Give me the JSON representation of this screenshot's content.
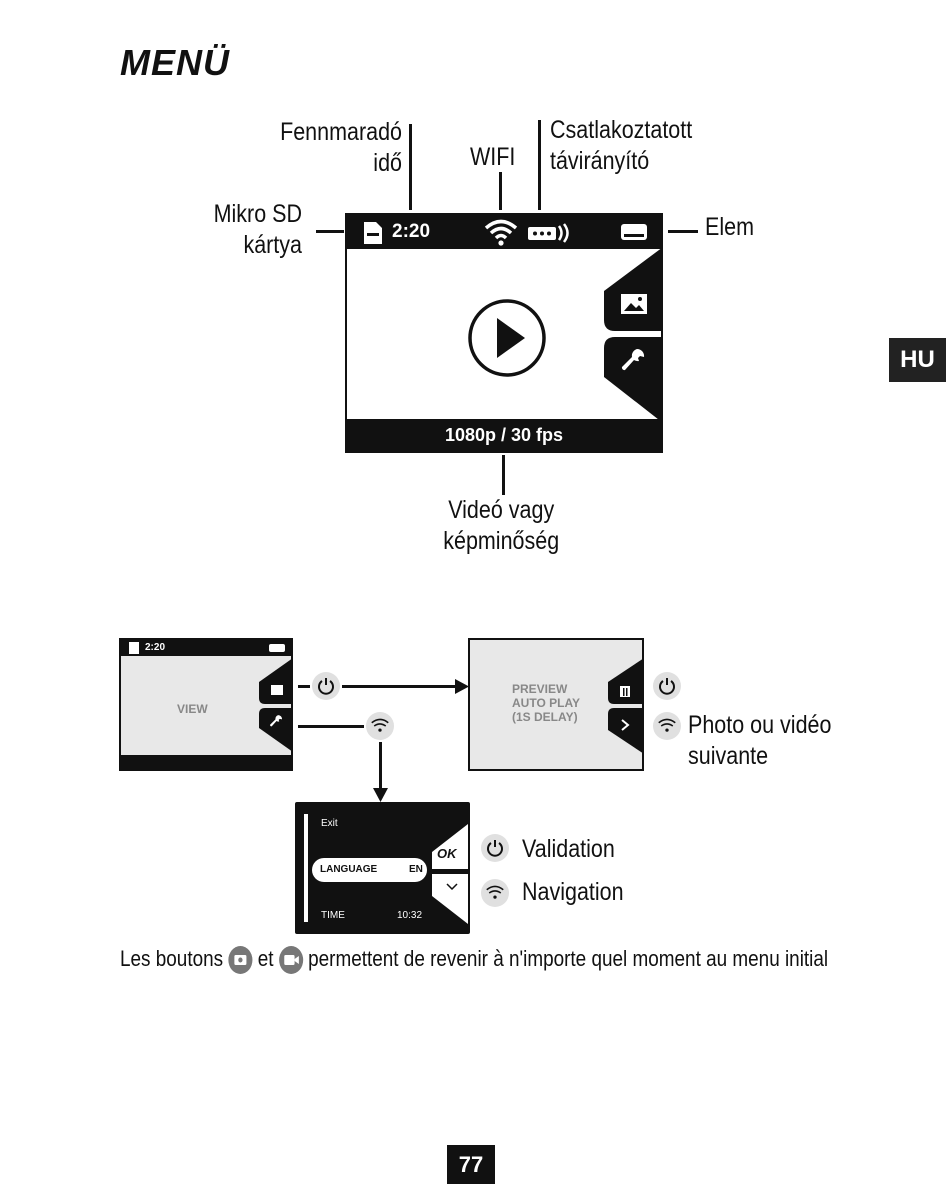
{
  "page_title": "MENÜ",
  "labels": {
    "remaining_time": [
      "Fennmaradó",
      "idő"
    ],
    "wifi": "WIFI",
    "remote": [
      "Csatlakoztatott",
      "távirányító"
    ],
    "sd_card": [
      "Mikro SD",
      "kártya"
    ],
    "battery": "Elem",
    "quality": [
      "Videó vagy",
      "képminőség"
    ]
  },
  "screen": {
    "time": "2:20",
    "resolution": "1080p / 30 fps"
  },
  "side_tab": "HU",
  "flow": {
    "view_screen": {
      "time": "2:20",
      "label": "VIEW"
    },
    "preview_screen": {
      "lines": [
        "PREVIEW",
        "AUTO PLAY",
        "(1S DELAY)"
      ]
    },
    "menu_screen": {
      "item_top": "Exit",
      "item_selected": "LANGUAGE",
      "item_selected_value": "EN",
      "item_bottom": "TIME",
      "item_bottom_value": "10:32",
      "ok_label": "OK"
    },
    "next_photo": [
      "Photo ou vidéo",
      "suivante"
    ],
    "validation": "Validation",
    "navigation": "Navigation"
  },
  "footer_note": {
    "part1": "Les boutons",
    "part2": "et",
    "part3": "permettent de revenir à n'importe quel moment au menu initial"
  },
  "page_number": "77",
  "colors": {
    "dark": "#111111",
    "screen_gray": "#e8e8e8",
    "icon_gray": "#e0e0e0"
  }
}
